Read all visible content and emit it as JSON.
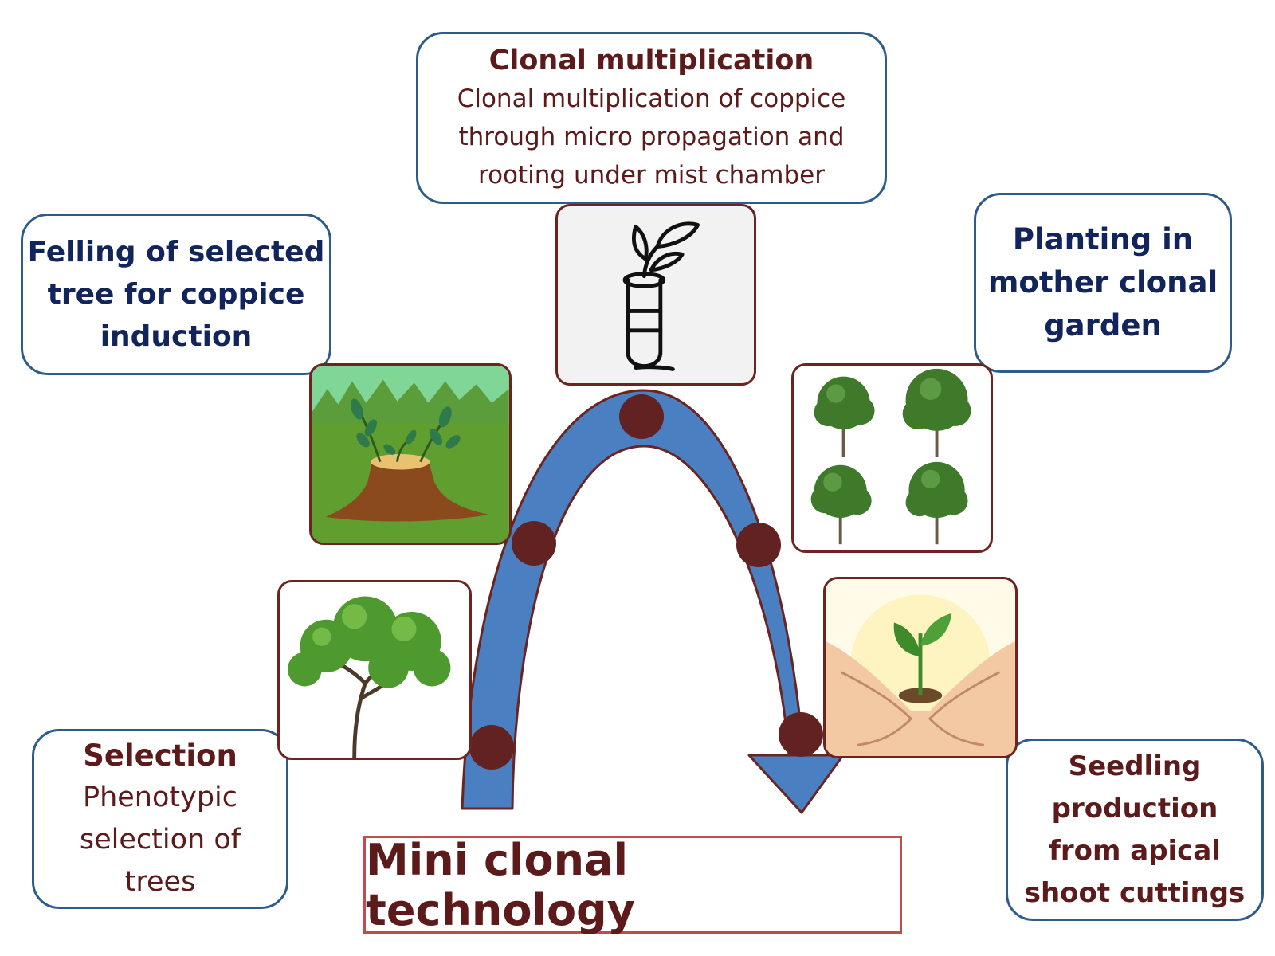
{
  "title": "Mini clonal technology",
  "stages": {
    "clonal_multiplication": {
      "heading": "Clonal multiplication",
      "lines": [
        "Clonal multiplication of coppice",
        "through micro propagation and",
        "rooting under mist chamber"
      ]
    },
    "felling": {
      "lines": [
        "Felling of selected",
        "tree for coppice",
        "induction"
      ]
    },
    "planting": {
      "lines": [
        "Planting in",
        "mother clonal",
        "garden"
      ]
    },
    "selection": {
      "heading": "Selection",
      "lines": [
        "Phenotypic",
        "selection of",
        "trees"
      ]
    },
    "seedling": {
      "lines": [
        "Seedling",
        "production",
        "from apical",
        "shoot cuttings"
      ]
    }
  },
  "icons": {
    "clonal_multiplication": "test-tube-plantlet-icon",
    "felling": "coppiced-stump-icon",
    "planting": "mother-trees-icon",
    "selection": "selected-tree-icon",
    "seedling": "seedling-in-hands-icon"
  },
  "colors": {
    "arrow_fill": "#4a7fc1",
    "arrow_stroke": "#6b2420",
    "step_dot": "#632222",
    "box_border": "#2e5c8a",
    "image_border": "#6b2420",
    "title_border": "#c24b4b",
    "navy_text": "#12245c",
    "maroon_text": "#5c1a1a"
  }
}
